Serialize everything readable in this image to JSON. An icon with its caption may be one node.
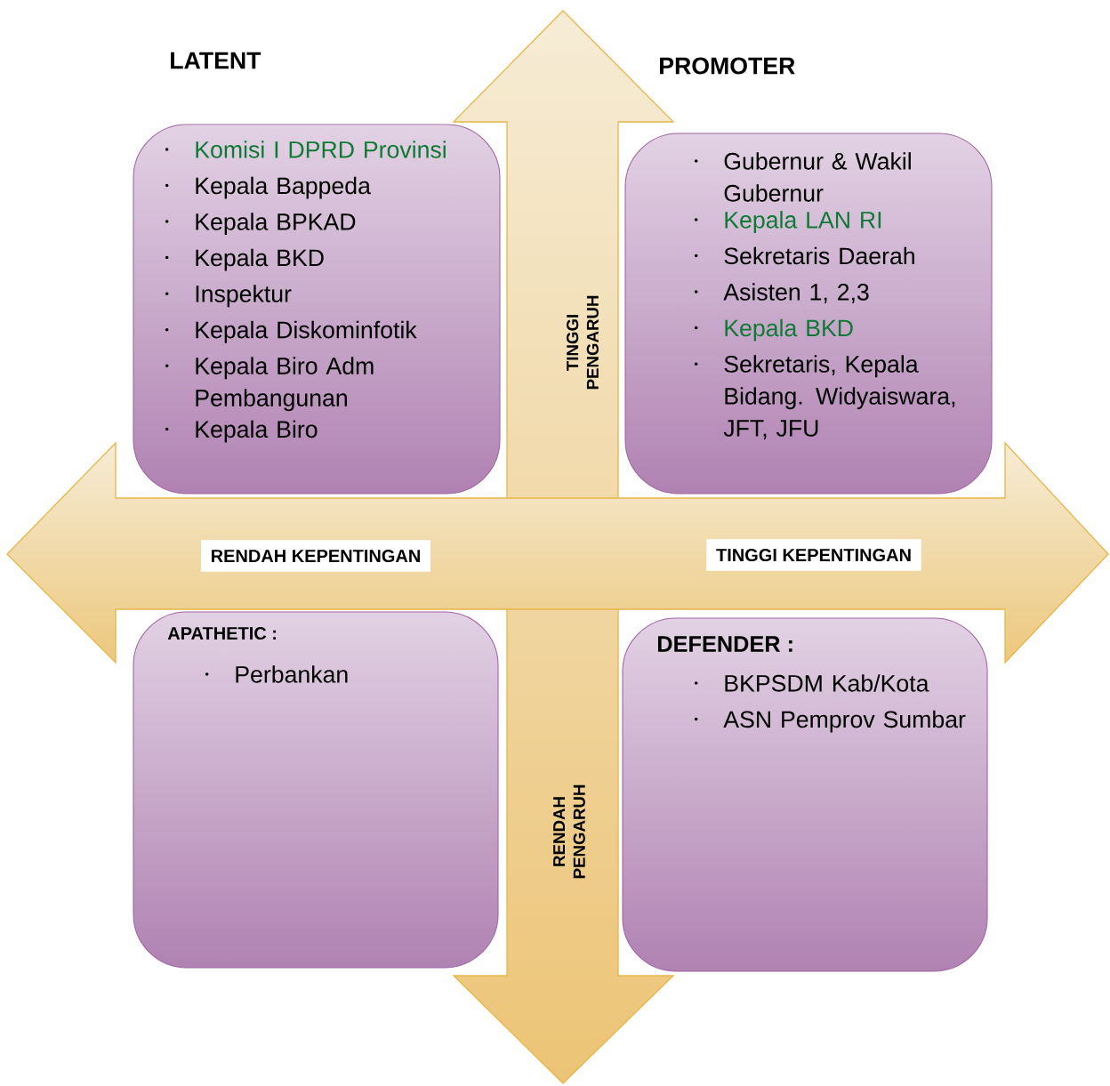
{
  "diagram": {
    "nodes": [
      {
        "text": [
          "LATENT",
          "Komisi I DPRD Provinsi",
          "Kepala Bappeda",
          "Kepala BPKAD",
          "Kepala BKD",
          "Inspektur",
          "Kepala Diskominfotik",
          "Kepala Biro Adm Pembangunan",
          "Kepala Biro"
        ]
      },
      {
        "text": [
          "PROMOTER",
          "Gubernur & Wakil Gubernur",
          "Kepala LAN RI",
          "Sekretaris Daerah",
          "Asisten 1, 2,3",
          "Kepala BKD",
          "Sekretaris, Kepala Bidang. Widyaiswara, JFT, JFU"
        ]
      },
      {
        "text": [
          "APATHETIC :",
          "Perbankan"
        ]
      },
      {
        "text": [
          "DEFENDER :",
          "BKPSDM Kab/Kota",
          "ASN Pemprov Sumbar"
        ]
      }
    ],
    "labels": [
      "TINGGI PENGARUH",
      "RENDAH KEPENTINGAN",
      "TINGGI KEPENTINGAN",
      "RENDAH PENGARUH"
    ]
  }
}
